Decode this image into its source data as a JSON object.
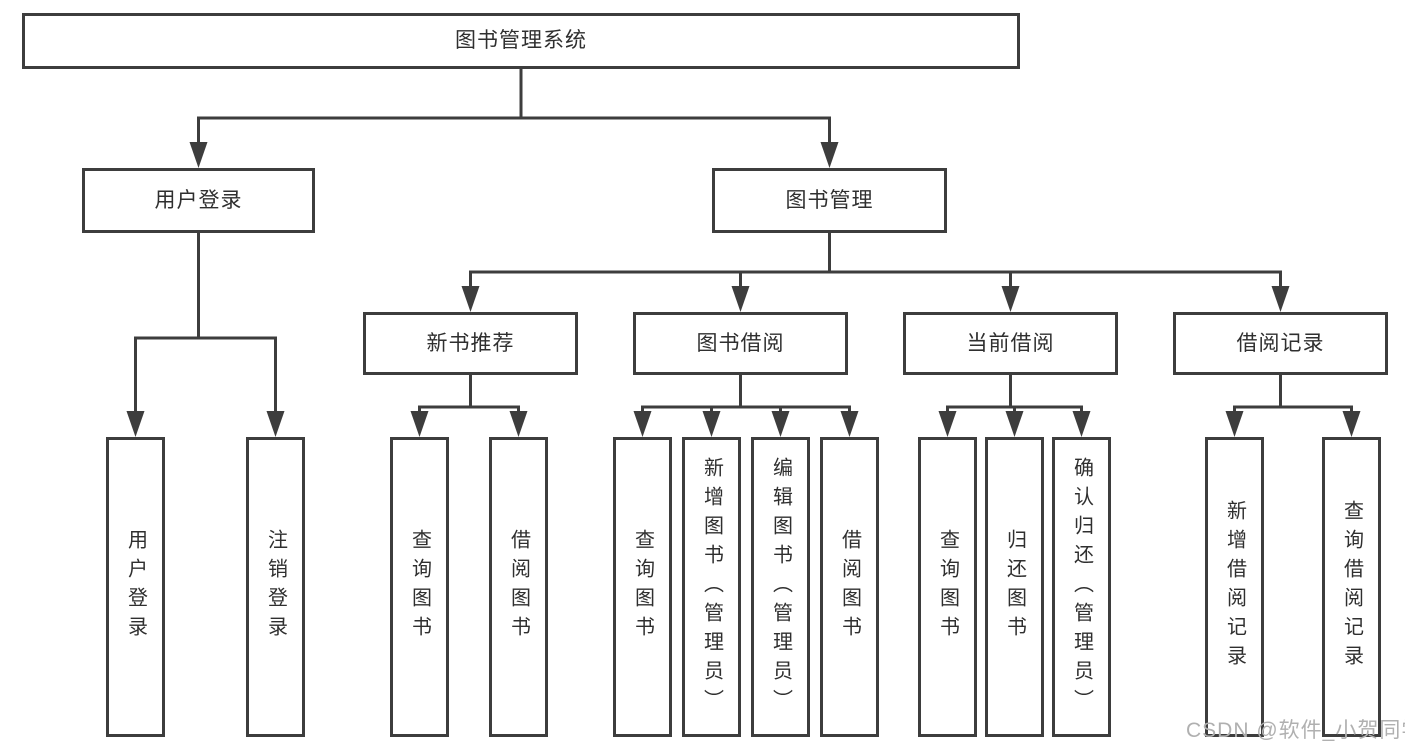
{
  "colors": {
    "line": "#3d3d3d",
    "box_fill": "#ffffff",
    "text": "#2f2f2f",
    "watermark": "#b0b0b0"
  },
  "watermark": "CSDN @软件_小贺同学",
  "tree": {
    "label": "图书管理系统",
    "children": [
      {
        "label": "用户登录",
        "children": [
          {
            "label": "用户登录"
          },
          {
            "label": "注销登录"
          }
        ]
      },
      {
        "label": "图书管理",
        "children": [
          {
            "label": "新书推荐",
            "children": [
              {
                "label": "查询图书"
              },
              {
                "label": "借阅图书"
              }
            ]
          },
          {
            "label": "图书借阅",
            "children": [
              {
                "label": "查询图书"
              },
              {
                "label": "新增图书（管理员）"
              },
              {
                "label": "编辑图书（管理员）"
              },
              {
                "label": "借阅图书"
              }
            ]
          },
          {
            "label": "当前借阅",
            "children": [
              {
                "label": "查询图书"
              },
              {
                "label": "归还图书"
              },
              {
                "label": "确认归还（管理员）"
              }
            ]
          },
          {
            "label": "借阅记录",
            "children": [
              {
                "label": "新增借阅记录"
              },
              {
                "label": "查询借阅记录"
              }
            ]
          }
        ]
      }
    ]
  }
}
